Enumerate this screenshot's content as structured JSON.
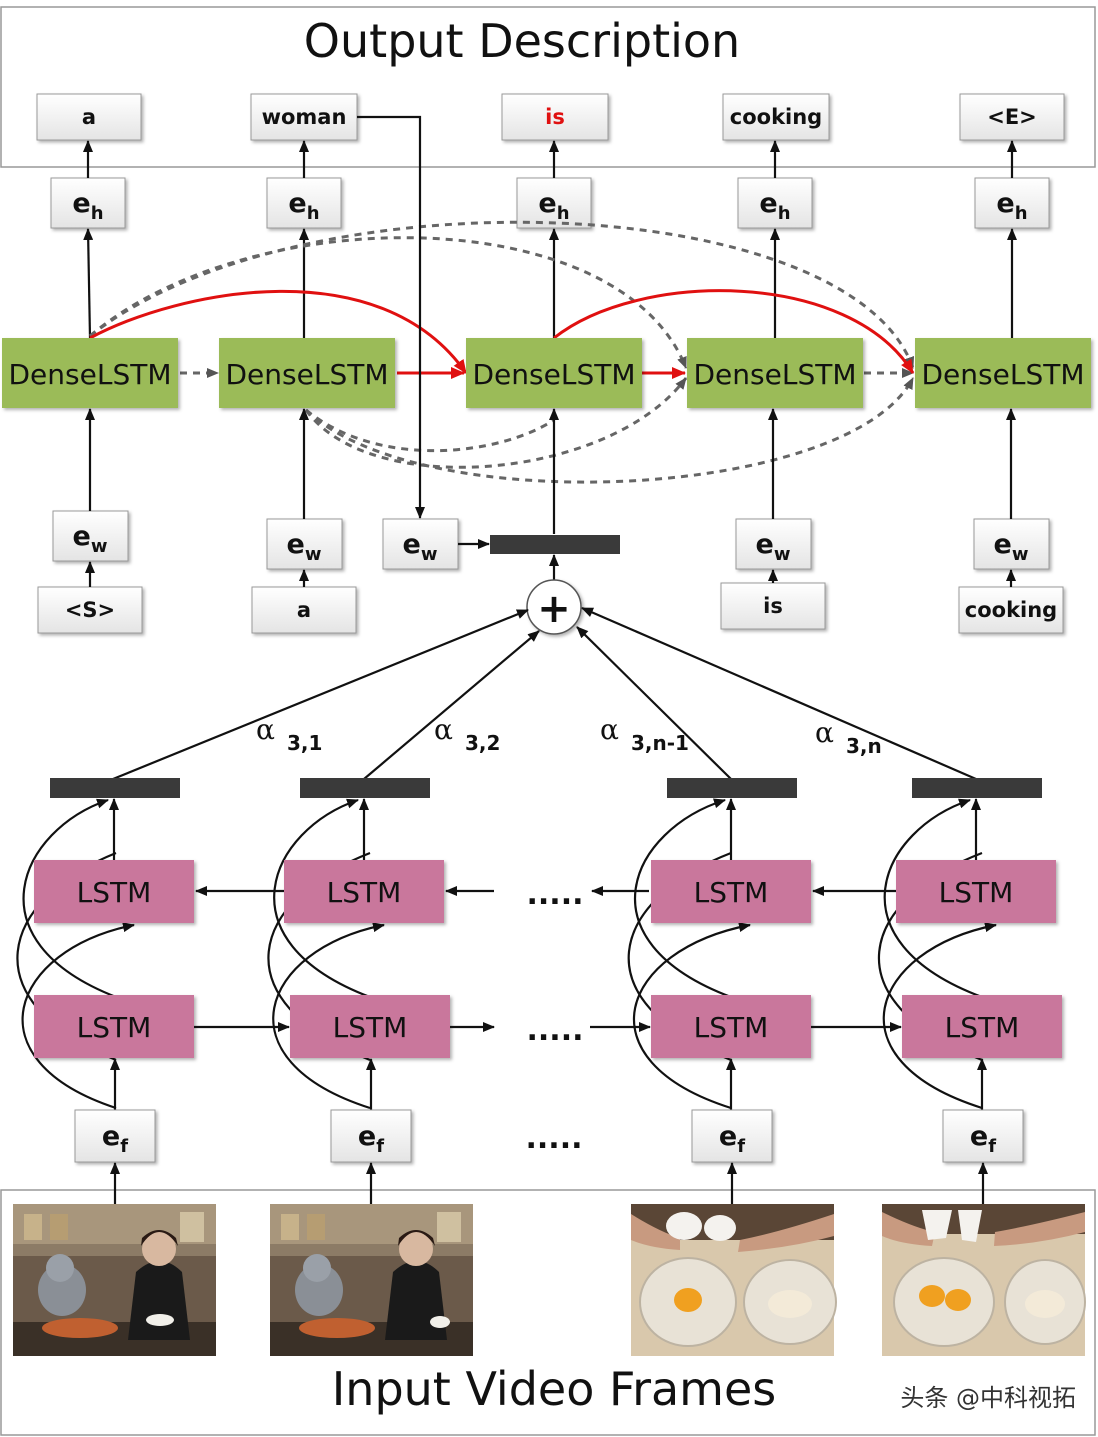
{
  "title_top": "Output Description",
  "title_bottom": "Input Video Frames",
  "watermark": "头条 @中科视拓",
  "output_words": [
    "a",
    "woman",
    "is",
    "cooking",
    "<E>"
  ],
  "output_highlight_color": "#e01010",
  "decoder": {
    "cell_label": "DenseLSTM",
    "cell_color": "#9bbb59",
    "eh_label": "e",
    "eh_sub": "h",
    "ew_label": "e",
    "ew_sub": "w",
    "input_words": [
      "<S>",
      "a",
      "is",
      "cooking"
    ]
  },
  "attention": {
    "alpha_symbol": "α",
    "alpha_subs": [
      "3,1",
      "3,2",
      "3,n-1",
      "3,n"
    ],
    "plus_symbol": "+"
  },
  "encoder": {
    "cell_label": "LSTM",
    "cell_color": "#c9779c",
    "ef_label": "e",
    "ef_sub": "f",
    "ellipsis": "....."
  },
  "frames": [
    {
      "scene": "kitchen-woman"
    },
    {
      "scene": "kitchen-woman"
    },
    {
      "scene": "egg-bowls"
    },
    {
      "scene": "egg-bowls"
    }
  ]
}
